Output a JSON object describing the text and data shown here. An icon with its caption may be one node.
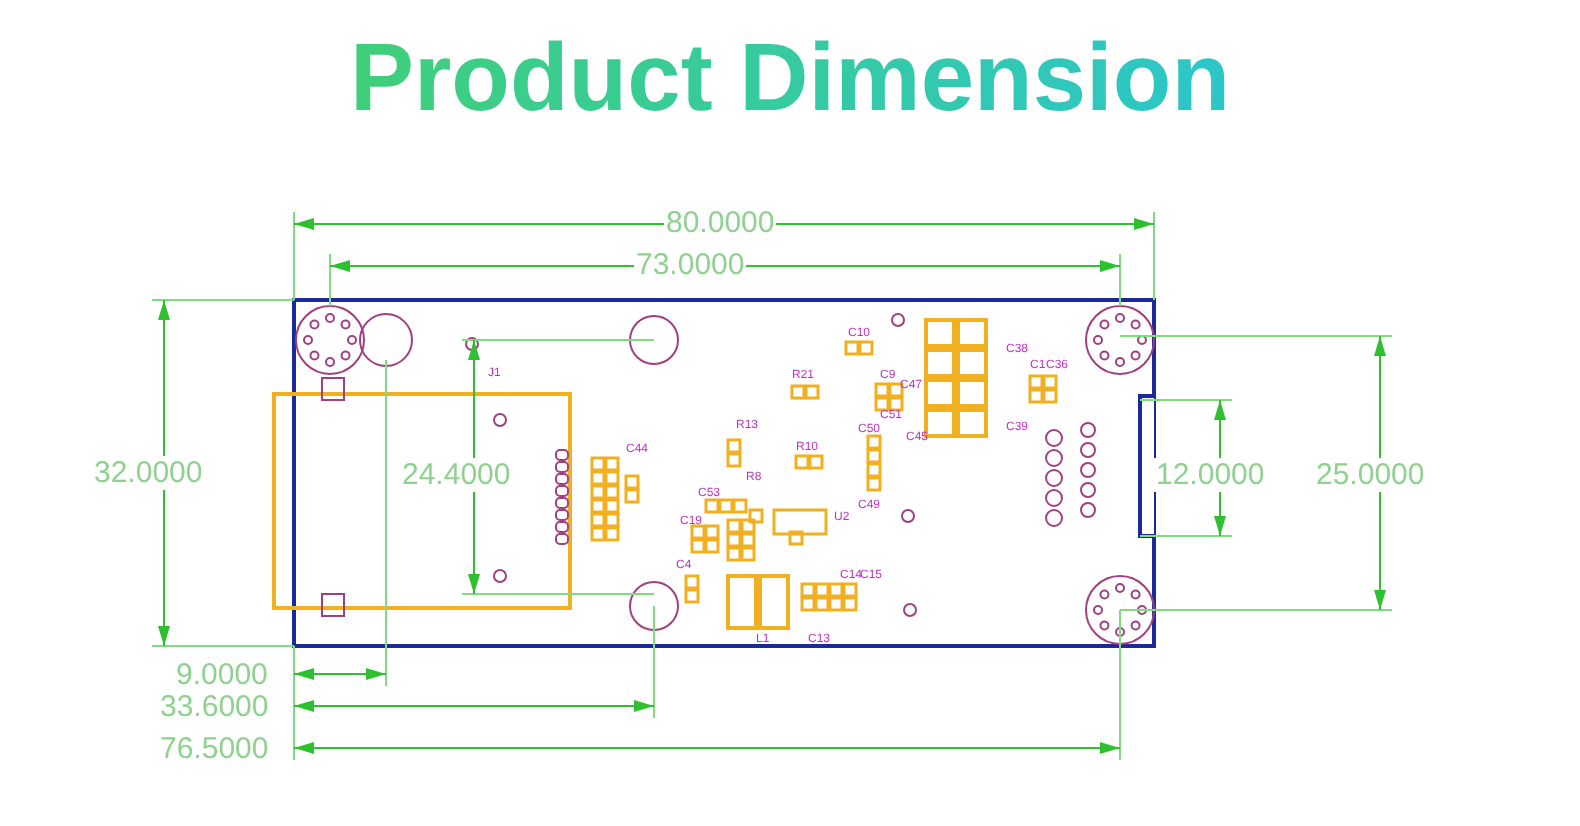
{
  "diagram": {
    "title": "Product Dimension",
    "labels": [
      "80.0000",
      "73.0000",
      "32.0000",
      "24.4000",
      "12.0000",
      "25.0000",
      "9.0000",
      "33.6000",
      "76.5000",
      "J1",
      "C10",
      "R21",
      "C9",
      "C51",
      "C47",
      "C39",
      "C38",
      "C1",
      "C36",
      "C45",
      "R13",
      "R10",
      "C50",
      "C49",
      "R8",
      "C53",
      "C19",
      "U2",
      "C44",
      "C4",
      "C14",
      "C15",
      "L1",
      "C13"
    ]
  }
}
